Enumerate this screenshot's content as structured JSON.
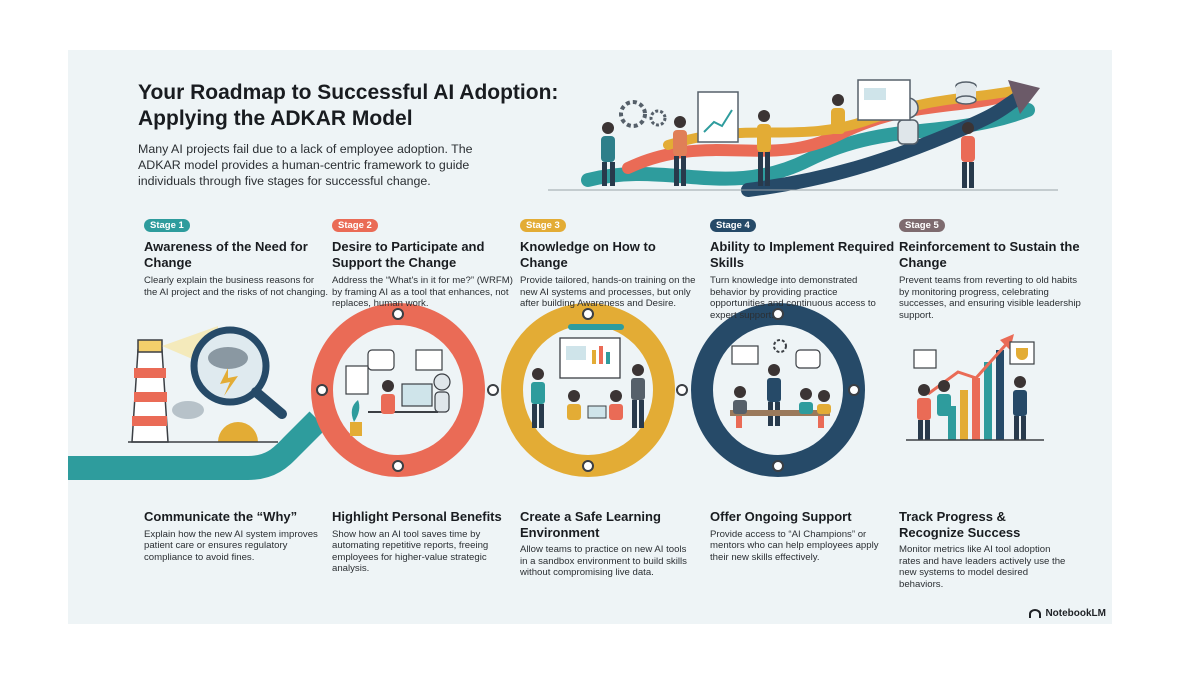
{
  "title": "Your Roadmap to Successful AI Adoption: Applying the ADKAR Model",
  "intro": "Many AI projects fail due to a lack of employee adoption. The ADKAR model provides a human-centric framework to guide individuals through five stages for successful change.",
  "colors": {
    "teal": "#2e9c9d",
    "coral": "#ea6b56",
    "mustard": "#e3ac35",
    "navy": "#264a68",
    "mauve": "#7e6b6f",
    "background": "#eef4f6"
  },
  "stages": [
    {
      "badge": "Stage 1",
      "heading": "Awareness of the Need for Change",
      "description": "Clearly explain the business reasons for the AI project and the risks of not changing.",
      "action_heading": "Communicate the “Why”",
      "action_description": "Explain how the new AI system improves patient care or ensures regulatory compliance to avoid fines.",
      "illustration": "lighthouse-storm-icon"
    },
    {
      "badge": "Stage 2",
      "heading": "Desire to Participate and Support the Change",
      "description": "Address the “What's in it for me?” (WRFM) by framing AI as a tool that enhances, not replaces, human work.",
      "action_heading": "Highlight Personal Benefits",
      "action_description": "Show how an AI tool saves time by automating repetitive reports, freeing employees for higher-value strategic analysis.",
      "illustration": "worker-with-robot-icon"
    },
    {
      "badge": "Stage 3",
      "heading": "Knowledge on How to Change",
      "description": "Provide tailored, hands-on training on the new AI systems and processes, but only after building Awareness and Desire.",
      "action_heading": "Create a Safe Learning Environment",
      "action_description": "Allow teams to practice on new AI tools in a sandbox environment to build skills without compromising live data.",
      "illustration": "training-session-icon"
    },
    {
      "badge": "Stage 4",
      "heading": "Ability to Implement Required Skills",
      "description": "Turn knowledge into demonstrated behavior by providing practice opportunities and continuous access to expert support.",
      "action_heading": "Offer Ongoing Support",
      "action_description": "Provide access to “AI Champions” or mentors who can help employees apply their new skills effectively.",
      "illustration": "team-meeting-icon"
    },
    {
      "badge": "Stage 5",
      "heading": "Reinforcement to Sustain the Change",
      "description": "Prevent teams from reverting to old habits by monitoring progress, celebrating successes, and ensuring visible leadership support.",
      "action_heading": "Track Progress & Recognize Success",
      "action_description": "Monitor metrics like AI tool adoption rates and have leaders actively use the new systems to model desired behaviors.",
      "illustration": "growth-chart-trophy-icon"
    }
  ],
  "brand": "NotebookLM"
}
